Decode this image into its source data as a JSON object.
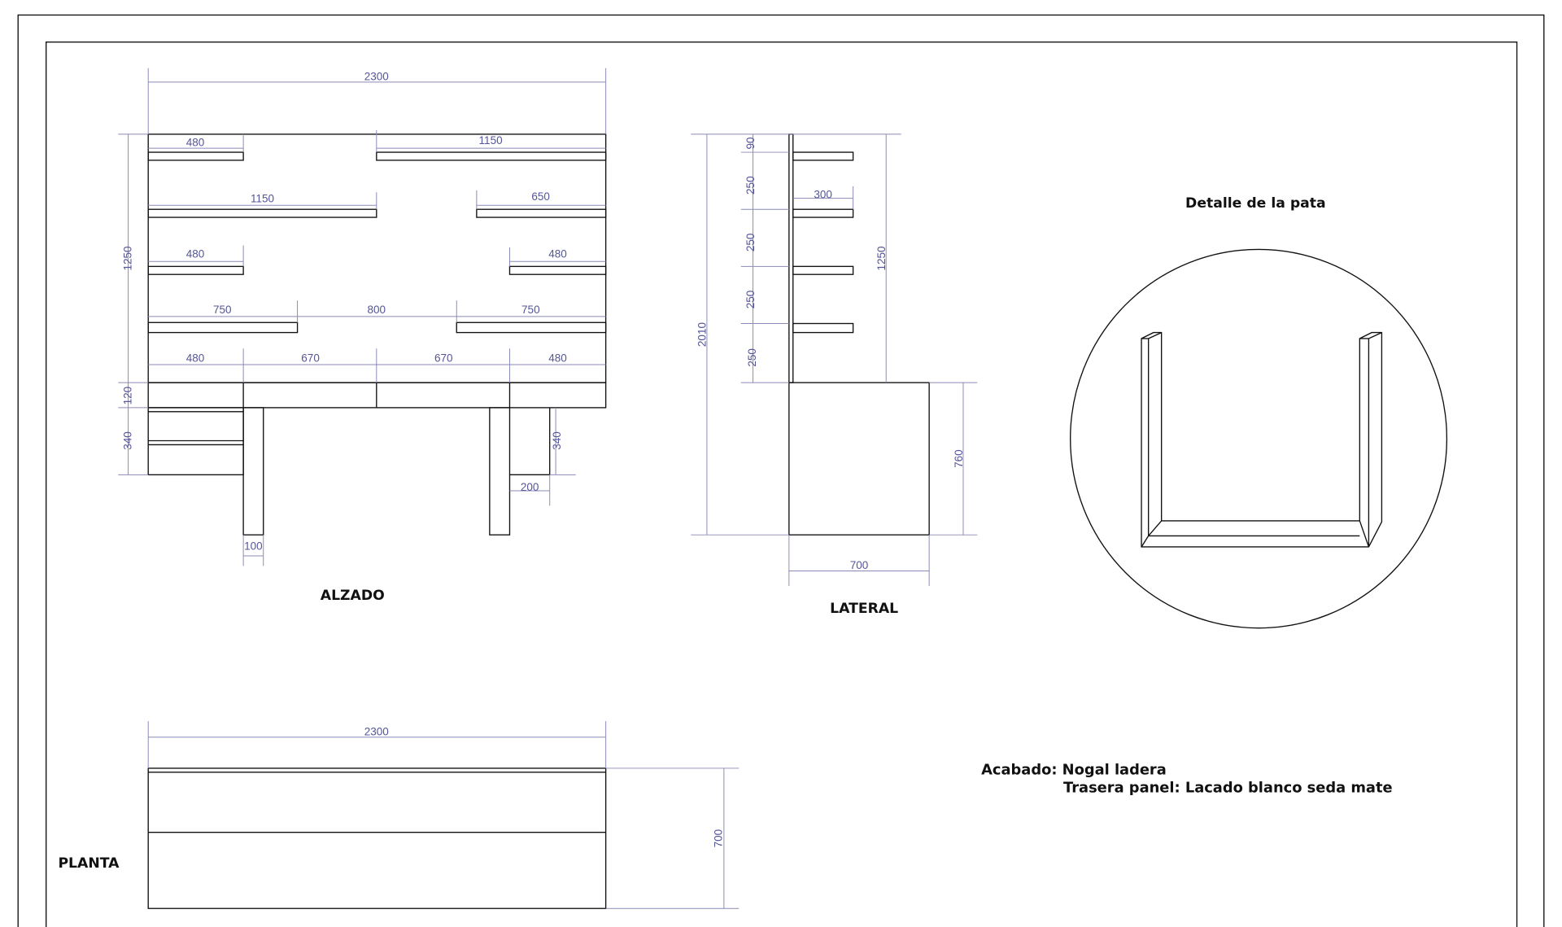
{
  "views": {
    "alzado": {
      "title": "ALZADO",
      "dims": {
        "total_width": "2300",
        "shelf1_left": "480",
        "shelf1_right": "1150",
        "shelf2_left": "1150",
        "shelf2_right": "650",
        "shelf3_left": "480",
        "shelf3_right": "480",
        "shelf4_left": "750",
        "shelf4_gap": "800",
        "shelf4_right": "750",
        "top_a": "480",
        "top_b": "670",
        "top_c": "670",
        "top_d": "480",
        "panel_height": "1250",
        "top_thickness": "120",
        "drawer_height_left": "340",
        "drawer_height_right": "340",
        "leg_width": "100",
        "right_module_width": "200"
      }
    },
    "lateral": {
      "title": "LATERAL",
      "dims": {
        "total_height": "2010",
        "top_gap": "90",
        "spacing1": "250",
        "spacing2": "250",
        "spacing3": "250",
        "spacing4": "250",
        "shelf_depth": "300",
        "panel_height": "1250",
        "desk_height": "760",
        "desk_depth": "700"
      }
    },
    "detalle": {
      "title": "Detalle de la pata"
    },
    "planta": {
      "title": "PLANTA",
      "dims": {
        "width": "2300",
        "depth": "700"
      }
    }
  },
  "notes": {
    "acabado": "Acabado: Nogal ladera",
    "trasera": "Trasera panel: Lacado blanco seda mate"
  }
}
